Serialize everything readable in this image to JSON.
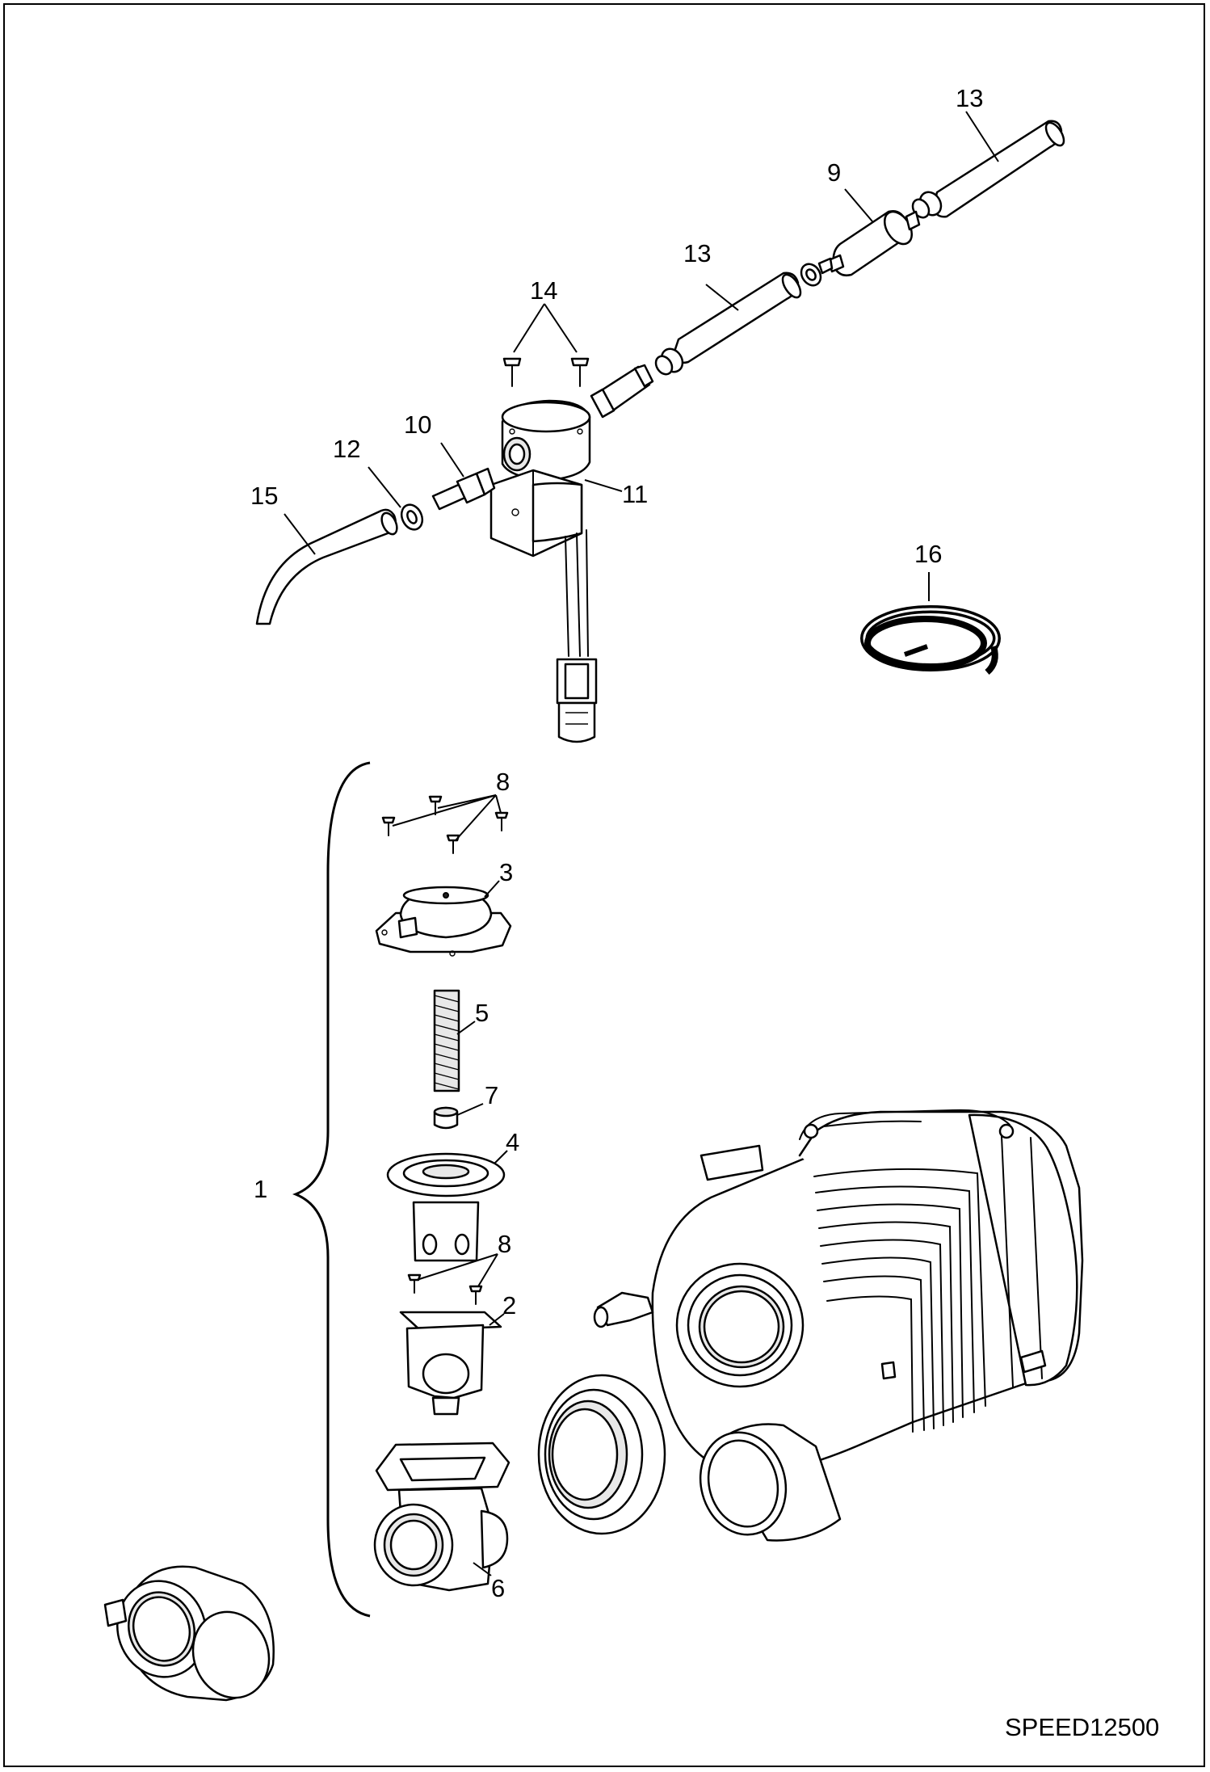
{
  "diagram": {
    "drawing_code": "SPEED12500",
    "callouts": [
      {
        "id": "c13a",
        "text": "13"
      },
      {
        "id": "c9",
        "text": "9"
      },
      {
        "id": "c13b",
        "text": "13"
      },
      {
        "id": "c14",
        "text": "14"
      },
      {
        "id": "c10",
        "text": "10"
      },
      {
        "id": "c12",
        "text": "12"
      },
      {
        "id": "c15",
        "text": "15"
      },
      {
        "id": "c11",
        "text": "11"
      },
      {
        "id": "c16",
        "text": "16"
      },
      {
        "id": "c8a",
        "text": "8"
      },
      {
        "id": "c3",
        "text": "3"
      },
      {
        "id": "c5",
        "text": "5"
      },
      {
        "id": "c7",
        "text": "7"
      },
      {
        "id": "c4",
        "text": "4"
      },
      {
        "id": "c1",
        "text": "1"
      },
      {
        "id": "c8b",
        "text": "8"
      },
      {
        "id": "c2",
        "text": "2"
      },
      {
        "id": "c6",
        "text": "6"
      }
    ]
  }
}
